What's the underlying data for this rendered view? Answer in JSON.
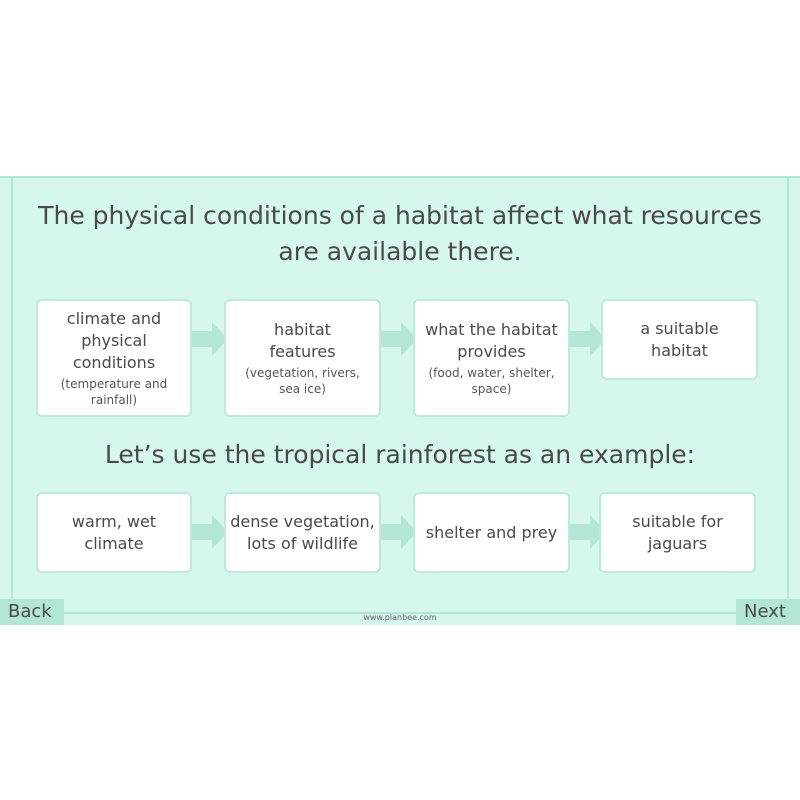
{
  "heading": "The physical conditions of a habitat affect what resources are available there.",
  "flow_top": [
    {
      "main": "climate and physical conditions",
      "sub": "(temperature and rainfall)"
    },
    {
      "main": "habitat features",
      "sub": "(vegetation, rivers, sea ice)"
    },
    {
      "main": "what the habitat provides",
      "sub": "(food, water, shelter, space)"
    },
    {
      "main": "a suitable habitat",
      "sub": ""
    }
  ],
  "example_heading": "Let’s use the tropical rainforest as an example:",
  "flow_bottom": [
    {
      "main": "warm, wet climate"
    },
    {
      "main": "dense vegetation, lots of wildlife"
    },
    {
      "main": "shelter and prey"
    },
    {
      "main": "suitable for jaguars"
    }
  ],
  "nav": {
    "back": "Back",
    "next": "Next"
  },
  "footer_url": "www.planbee.com",
  "colors": {
    "background": "#d6f7ee",
    "accent": "#b3e6d6",
    "box_border": "#bfe9da",
    "text": "#4a4a4a"
  }
}
